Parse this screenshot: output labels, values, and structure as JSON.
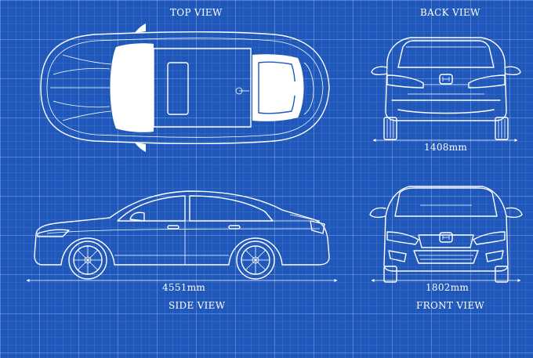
{
  "views": {
    "top": "TOP VIEW",
    "back": "BACK VIEW",
    "side": "SIDE VIEW",
    "front": "FRONT VIEW"
  },
  "dimensions": {
    "back_width": "1408mm",
    "length": "4551mm",
    "front_width": "1802mm"
  },
  "colors": {
    "background": "#1f58ba",
    "line": "#ffffff"
  }
}
